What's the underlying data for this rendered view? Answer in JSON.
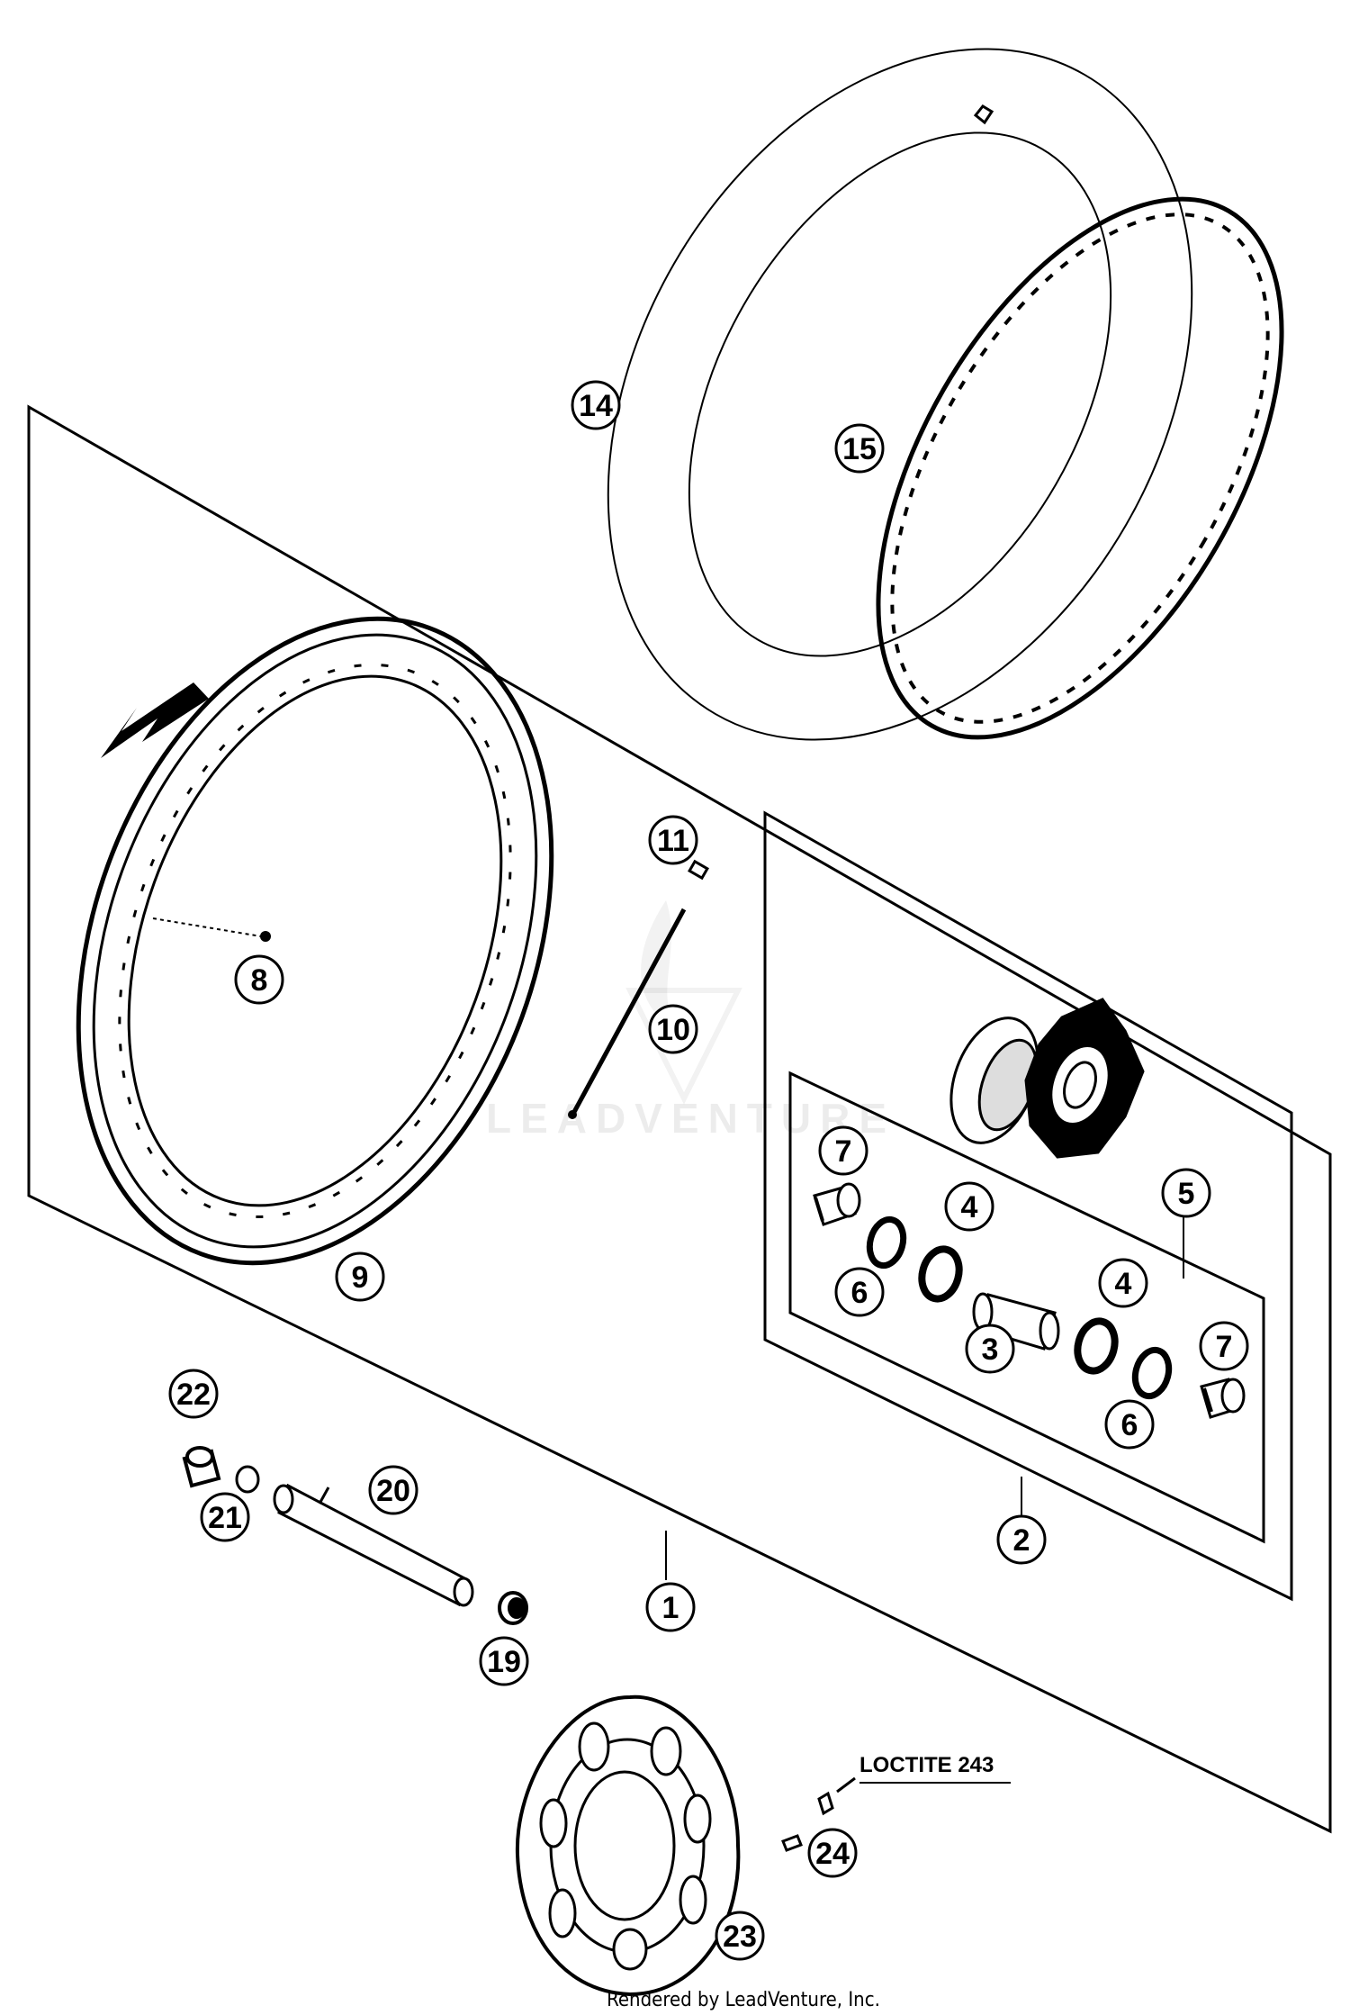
{
  "diagram": {
    "callouts": [
      "1",
      "2",
      "3",
      "4",
      "4",
      "5",
      "6",
      "6",
      "7",
      "7",
      "8",
      "9",
      "10",
      "11",
      "14",
      "15",
      "19",
      "20",
      "21",
      "22",
      "23",
      "24"
    ],
    "note": "LOCTITE 243",
    "watermark": "LEADVENTURE",
    "credit": "Rendered by LeadVenture, Inc."
  }
}
